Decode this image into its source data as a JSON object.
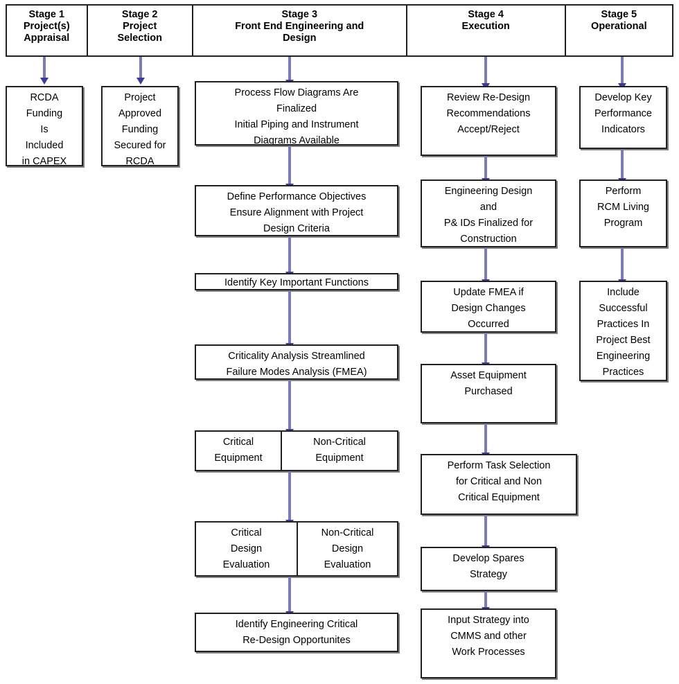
{
  "diagram": {
    "title": "RCDA Project Stage Gate Flowchart",
    "arrow_color": "#7b7bb5",
    "arrow_head_color": "#3c3c96",
    "box_border_color": "#231f20",
    "background_color": "#ffffff"
  },
  "stages": [
    {
      "id": "stage-1",
      "number": "Stage 1",
      "name_line1": "Project(s)",
      "name_line2": "Appraisal"
    },
    {
      "id": "stage-2",
      "number": "Stage 2",
      "name_line1": "Project",
      "name_line2": "Selection"
    },
    {
      "id": "stage-3",
      "number": "Stage 3",
      "name_line1": "Front End Engineering and",
      "name_line2": "Design"
    },
    {
      "id": "stage-4",
      "number": "Stage 4",
      "name_line1": "Execution",
      "name_line2": ""
    },
    {
      "id": "stage-5",
      "number": "Stage 5",
      "name_line1": "Operational",
      "name_line2": ""
    }
  ],
  "columns": {
    "stage1": {
      "steps": [
        {
          "id": "s1-1",
          "text": "RCDA\nFunding\nIs\nIncluded\nin CAPEX"
        }
      ]
    },
    "stage2": {
      "steps": [
        {
          "id": "s2-1",
          "text": "Project\nApproved\nFunding\nSecured for\nRCDA"
        }
      ]
    },
    "stage3": {
      "steps": [
        {
          "id": "s3-1",
          "text": "Process Flow Diagrams Are\nFinalized\nInitial Piping and Instrument\nDiagrams Available"
        },
        {
          "id": "s3-2",
          "text": "Define Performance Objectives\nEnsure Alignment with Project\nDesign Criteria"
        },
        {
          "id": "s3-3",
          "text": "Identify Key Important Functions"
        },
        {
          "id": "s3-4",
          "text": "Criticality Analysis Streamlined\nFailure Modes Analysis (FMEA)"
        },
        {
          "id": "s3-5",
          "split": true,
          "left_text": "Critical\nEquipment",
          "right_text": "Non-Critical\nEquipment"
        },
        {
          "id": "s3-6",
          "split": true,
          "left_text": "Critical\nDesign\nEvaluation",
          "right_text": "Non-Critical\nDesign\nEvaluation"
        },
        {
          "id": "s3-7",
          "text": "Identify Engineering Critical\nRe-Design Opportunites"
        }
      ]
    },
    "stage4": {
      "steps": [
        {
          "id": "s4-1",
          "text": "Review Re-Design\nRecommendations\nAccept/Reject"
        },
        {
          "id": "s4-2",
          "text": "Engineering Design\nand\nP& IDs Finalized for\nConstruction"
        },
        {
          "id": "s4-3",
          "text": "Update FMEA if\nDesign Changes\nOccurred"
        },
        {
          "id": "s4-4",
          "text": "Asset Equipment\nPurchased"
        },
        {
          "id": "s4-5",
          "text": "Perform Task Selection\nfor Critical and Non\nCritical Equipment"
        },
        {
          "id": "s4-6",
          "text": "Develop Spares\nStrategy"
        },
        {
          "id": "s4-7",
          "text": "Input Strategy into\nCMMS and other\nWork Processes"
        }
      ]
    },
    "stage5": {
      "steps": [
        {
          "id": "s5-1",
          "text": "Develop Key\nPerformance\nIndicators"
        },
        {
          "id": "s5-2",
          "text": "Perform\nRCM Living\nProgram"
        },
        {
          "id": "s5-3",
          "text": "Include\nSuccessful\nPractices In\nProject Best\nEngineering\nPractices"
        }
      ]
    }
  }
}
